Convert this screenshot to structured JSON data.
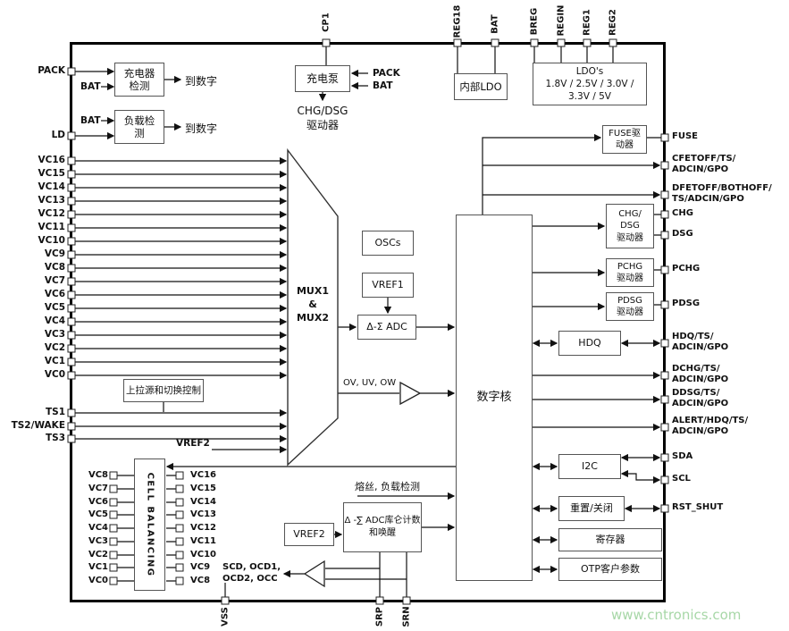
{
  "watermark": "www.cntronics.com",
  "pins": {
    "top": [
      "CP1",
      "REG18",
      "BAT",
      "BREG",
      "REGIN",
      "REG1",
      "REG2"
    ],
    "left": [
      "PACK",
      "LD",
      "VC16",
      "VC15",
      "VC14",
      "VC13",
      "VC12",
      "VC11",
      "VC10",
      "VC9",
      "VC8",
      "VC7",
      "VC6",
      "VC5",
      "VC4",
      "VC3",
      "VC2",
      "VC1",
      "VC0",
      "TS1",
      "TS2/WAKE",
      "TS3"
    ],
    "bottom": [
      "VSS",
      "SRP",
      "SRN"
    ],
    "right": [
      "FUSE",
      "CFETOFF/TS/\nADCIN/GPO",
      "DFETOFF/BOTHOFF/\nTS/ADCIN/GPO",
      "CHG",
      "DSG",
      "PCHG",
      "PDSG",
      "HDQ/TS/\nADCIN/GPO",
      "DCHG/TS/\nADCIN/GPO",
      "DDSG/TS/\nADCIN/GPO",
      "ALERT/HDQ/TS/\nADCIN/GPO",
      "SDA",
      "SCL",
      "RST_SHUT"
    ]
  },
  "blocks": {
    "charger_detect": "充电器\n检测",
    "load_detect": "负载检\n测",
    "charge_pump": "充电泵",
    "chg_dsg_pump_driver": "CHG/DSG\n驱动器",
    "internal_ldo": "内部LDO",
    "ldos": "LDO's\n1.8V / 2.5V / 3.0V /\n3.3V / 5V",
    "mux": "MUX1\n&\nMUX2",
    "oscs": "OSCs",
    "vref1": "VREF1",
    "adc": "Δ-Σ  ADC",
    "pullup_ctrl": "上拉源和切换控制",
    "digital_core": "数字核",
    "fuse_driver": "FUSE驱\n动器",
    "chg_dsg_driver": "CHG/\nDSG\n驱动器",
    "pchg_driver": "PCHG\n驱动器",
    "pdsg_driver": "PDSG\n驱动器",
    "hdq": "HDQ",
    "i2c": "I2C",
    "reset_shutdown": "重置/关闭",
    "registers": "寄存器",
    "otp": "OTP客户参数",
    "cell_balancing": "CELL BALANCING",
    "cc_adc": "Δ -∑ ADC库仑计数\n和唤醒",
    "vref2_ref": "VREF2"
  },
  "labels": {
    "bat_charger": "BAT",
    "bat_load": "BAT",
    "to_digital_charger": "到数字",
    "to_digital_load": "到数字",
    "pump_pack": "PACK",
    "pump_bat": "BAT",
    "ov_uv_ow": "OV, UV, OW",
    "vref2_mux": "VREF2",
    "fuse_load_detect": "熔丝, 负载检测",
    "scd_ocd": "SCD, OCD1,\nOCD2, OCC",
    "cb_left": [
      "VC8",
      "VC7",
      "VC6",
      "VC5",
      "VC4",
      "VC3",
      "VC2",
      "VC1",
      "VC0"
    ],
    "cb_right": [
      "VC16",
      "VC15",
      "VC14",
      "VC13",
      "VC12",
      "VC11",
      "VC10",
      "VC9",
      "VC8"
    ]
  }
}
